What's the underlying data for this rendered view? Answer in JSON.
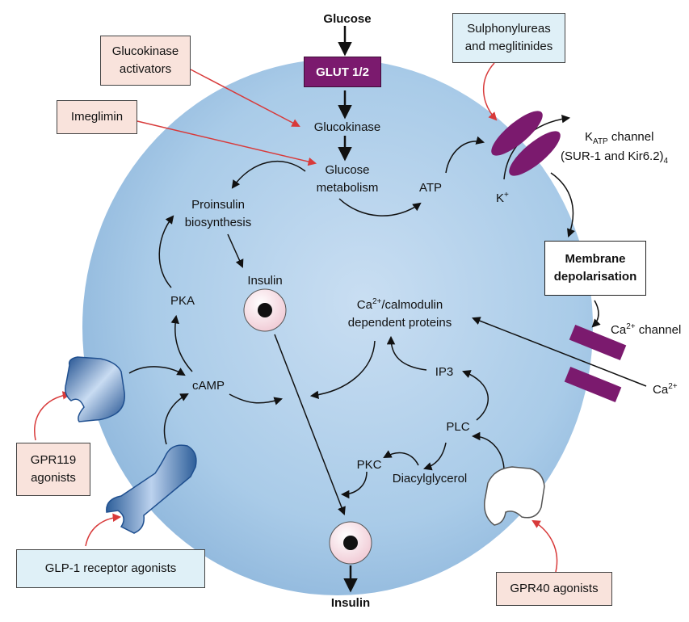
{
  "nodes": {
    "glucose_top": "Glucose",
    "glut": "GLUT 1/2",
    "glucokinase": "Glucokinase",
    "glucose_metabolism": [
      "Glucose",
      "metabolism"
    ],
    "atp": "ATP",
    "katp": {
      "k": "K",
      "sub": "ATP",
      "rest": " channel",
      "line2": "(SUR-1 and Kir6.2)",
      "line2_sub": "4"
    },
    "k_ion": {
      "k": "K",
      "sup": "+"
    },
    "proinsulin": [
      "Proinsulin",
      "biosynthesis"
    ],
    "insulin_mid": "Insulin",
    "pka": "PKA",
    "camp": "cAMP",
    "ca_calmodulin": {
      "ca": "Ca",
      "sup": "2+",
      "rest": "/calmodulin",
      "line2": "dependent proteins"
    },
    "ca_channel": {
      "ca": "Ca",
      "sup": "2+",
      "rest": " channel"
    },
    "ca_ion": {
      "ca": "Ca",
      "sup": "2+"
    },
    "ip3": "IP3",
    "plc": "PLC",
    "pkc": "PKC",
    "diacylglycerol": "Diacylglycerol",
    "insulin_bottom": "Insulin"
  },
  "boxes": {
    "glucokinase_activators": [
      "Glucokinase",
      "activators"
    ],
    "imeglimin": "Imeglimin",
    "sulphonylureas": [
      "Sulphonylureas",
      "and meglitinides"
    ],
    "membrane_depolarisation": [
      "Membrane",
      "depolarisation"
    ],
    "gpr119_agonists": [
      "GPR119",
      "agonists"
    ],
    "glp1_agonists": "GLP-1 receptor agonists",
    "gpr40_agonists": "GPR40 agonists"
  },
  "colors": {
    "cell_fill": "#a9cbe8",
    "cell_edge": "#8fb7dc",
    "purple": "#7b1a6e",
    "arrow_black": "#111111",
    "arrow_red": "#d83a3a",
    "box_pink": "#f9e3dc",
    "box_blue": "#dff0f7",
    "receptor_blue": "#2e5f9a"
  }
}
